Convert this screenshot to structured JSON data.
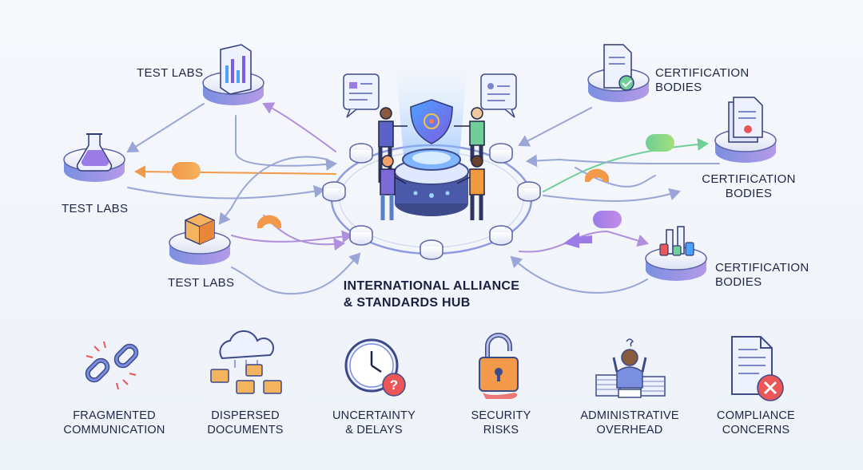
{
  "hub": {
    "title_line1": "INTERNATIONAL ALLIANCE",
    "title_line2": "& STANDARDS HUB"
  },
  "nodes": {
    "test_labs_top": "TEST LABS",
    "test_labs_mid": "TEST LABS",
    "test_labs_bottom": "TEST LABS",
    "cert_top_line1": "CERTIFICATION",
    "cert_top_line2": "BODIES",
    "cert_mid_line1": "CERTIFICATION",
    "cert_mid_line2": "BODIES",
    "cert_bottom_line1": "CERTIFICATION",
    "cert_bottom_line2": "BODIES"
  },
  "issues": [
    {
      "line1": "FRAGMENTED",
      "line2": "COMMUNICATION",
      "icon": "broken-chain-icon"
    },
    {
      "line1": "DISPERSED",
      "line2": "DOCUMENTS",
      "icon": "cloud-folders-icon"
    },
    {
      "line1": "UNCERTAINTY",
      "line2": "& DELAYS",
      "icon": "clock-question-icon"
    },
    {
      "line1": "SECURITY",
      "line2": "RISKS",
      "icon": "open-padlock-icon"
    },
    {
      "line1": "ADMINISTRATIVE",
      "line2": "OVERHEAD",
      "icon": "stressed-person-icon"
    },
    {
      "line1": "COMPLIANCE",
      "line2": "CONCERNS",
      "icon": "document-x-icon"
    }
  ],
  "colors": {
    "arrow": "#9aa6d6",
    "arrow_purple": "#a98bd8",
    "orange": "#f2994a",
    "green": "#6fcf97",
    "hub_glow": "#7fb6ff",
    "red": "#eb5757"
  }
}
